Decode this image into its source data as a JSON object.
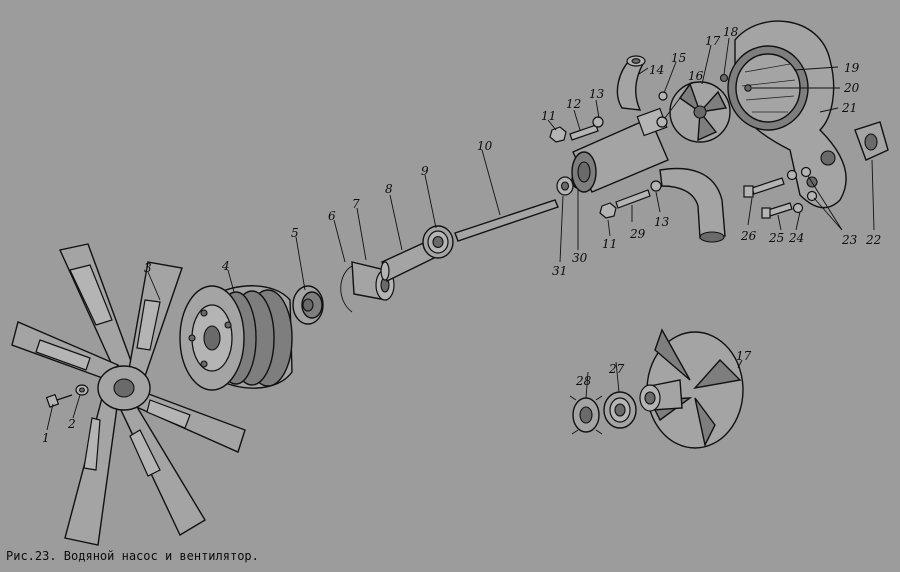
{
  "caption": "Рис.23. Водяной насос и вентилятор.",
  "labels": [
    "1",
    "2",
    "3",
    "4",
    "5",
    "6",
    "7",
    "8",
    "9",
    "10",
    "11",
    "12",
    "13",
    "14",
    "15",
    "16",
    "17",
    "18",
    "19",
    "20",
    "21",
    "22",
    "23",
    "24",
    "25",
    "26",
    "27",
    "28",
    "29",
    "30",
    "31"
  ],
  "labels_repeated": [
    "11",
    "13",
    "17"
  ]
}
